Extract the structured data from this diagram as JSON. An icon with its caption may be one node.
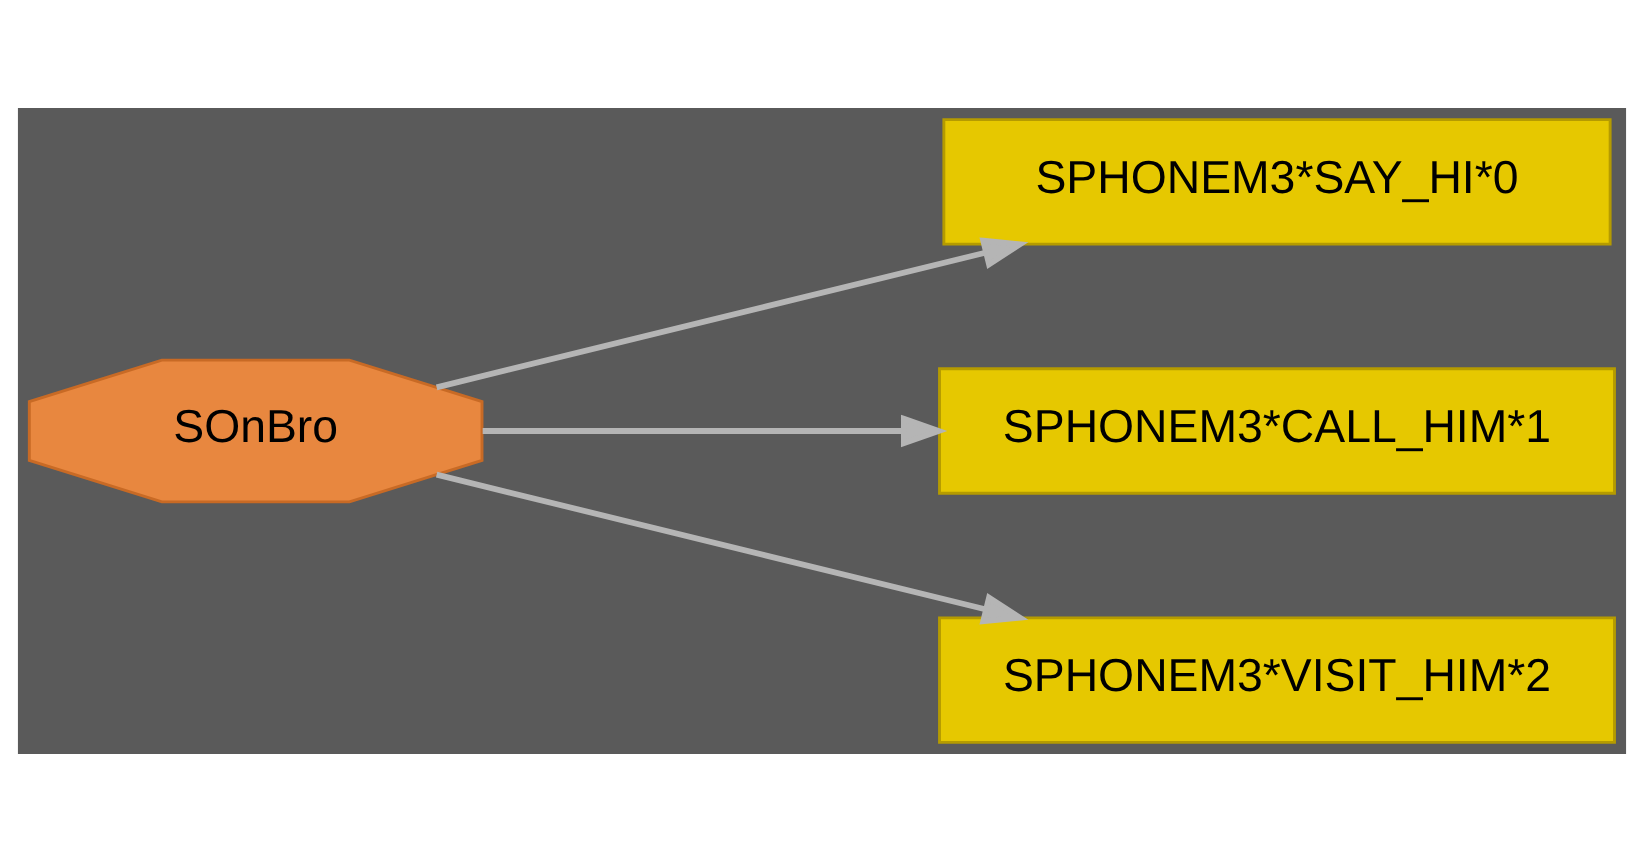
{
  "diagram": {
    "nodes": [
      {
        "text": [
          "SOnBro"
        ]
      },
      {
        "text": [
          "SPHONEM3*SAY_HI*0"
        ]
      },
      {
        "text": [
          "SPHONEM3*CALL_HIM*1"
        ]
      },
      {
        "text": [
          "SPHONEM3*VISIT_HIM*2"
        ]
      }
    ],
    "edges": [
      {
        "from": 0,
        "to": 1,
        "arrow": "to"
      },
      {
        "from": 0,
        "to": 2,
        "arrow": "to"
      },
      {
        "from": 0,
        "to": 3,
        "arrow": "to"
      }
    ]
  }
}
